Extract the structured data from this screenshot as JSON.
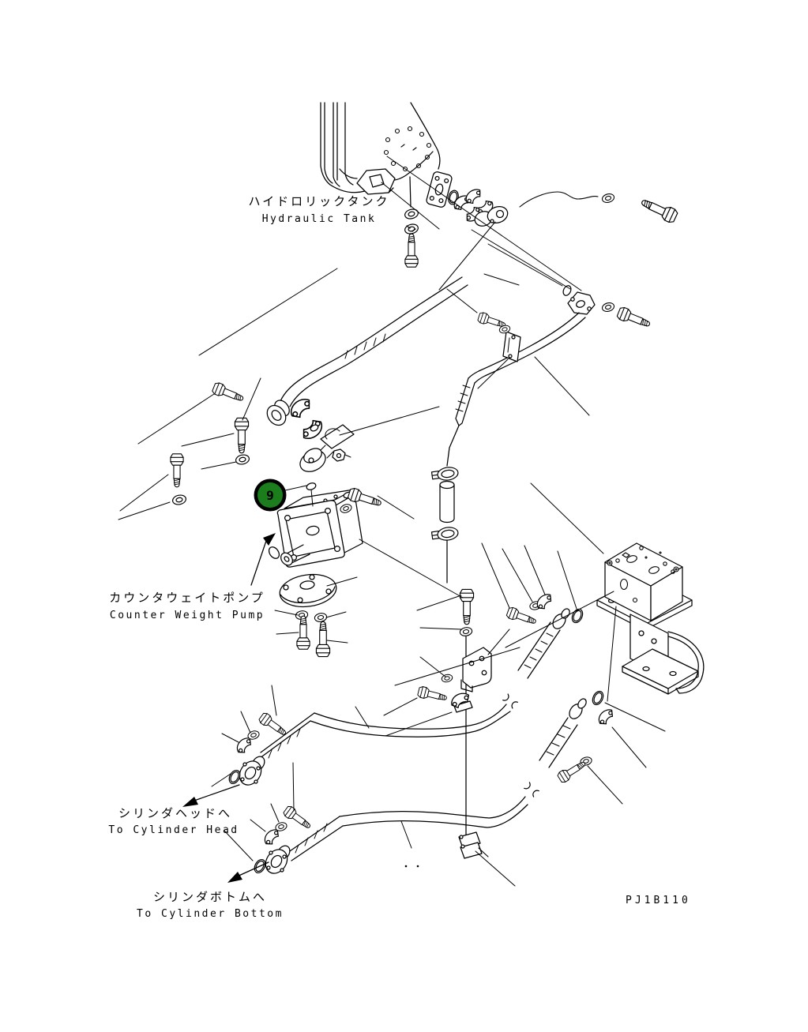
{
  "drawing": {
    "code": "PJ1B110",
    "background_color": "#ffffff",
    "line_color": "#000000",
    "type": "exploded-parts-diagram"
  },
  "labels": {
    "hydraulic_tank_jp": "ハイドロリックタンク",
    "hydraulic_tank_en": "Hydraulic Tank",
    "counter_weight_pump_jp": "カウンタウェイトポンプ",
    "counter_weight_pump_en": "Counter Weight Pump",
    "to_cylinder_head_jp": "シリンダヘッドへ",
    "to_cylinder_head_en": "To Cylinder Head",
    "to_cylinder_bottom_jp": "シリンダボトムへ",
    "to_cylinder_bottom_en": "To Cylinder Bottom"
  },
  "callout": {
    "number": "9",
    "fill_color": "#1b7d1b",
    "ring_color": "#000000",
    "text_color": "#ffffff"
  }
}
